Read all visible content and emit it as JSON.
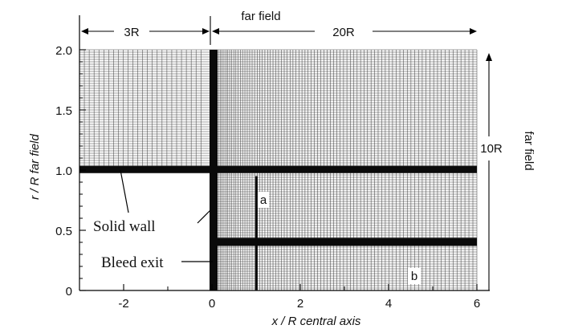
{
  "top_label": "far field",
  "right_label": "far field",
  "dim_left": "3R",
  "dim_top_right": "20R",
  "dim_right": "10R",
  "y_axis_label": "r / R  far field",
  "x_axis_label": "x / R  central axis",
  "y_ticks": [
    "0",
    "0.5",
    "1.0",
    "1.5",
    "2.0"
  ],
  "x_ticks": [
    "-2",
    "0",
    "2",
    "4",
    "6"
  ],
  "annotations": {
    "solid_wall": "Solid wall",
    "bleed_exit": "Bleed exit",
    "a": "a",
    "b": "b"
  },
  "colors": {
    "grid": "#2a2a2a",
    "axis": "#000000",
    "background": "#ffffff"
  }
}
